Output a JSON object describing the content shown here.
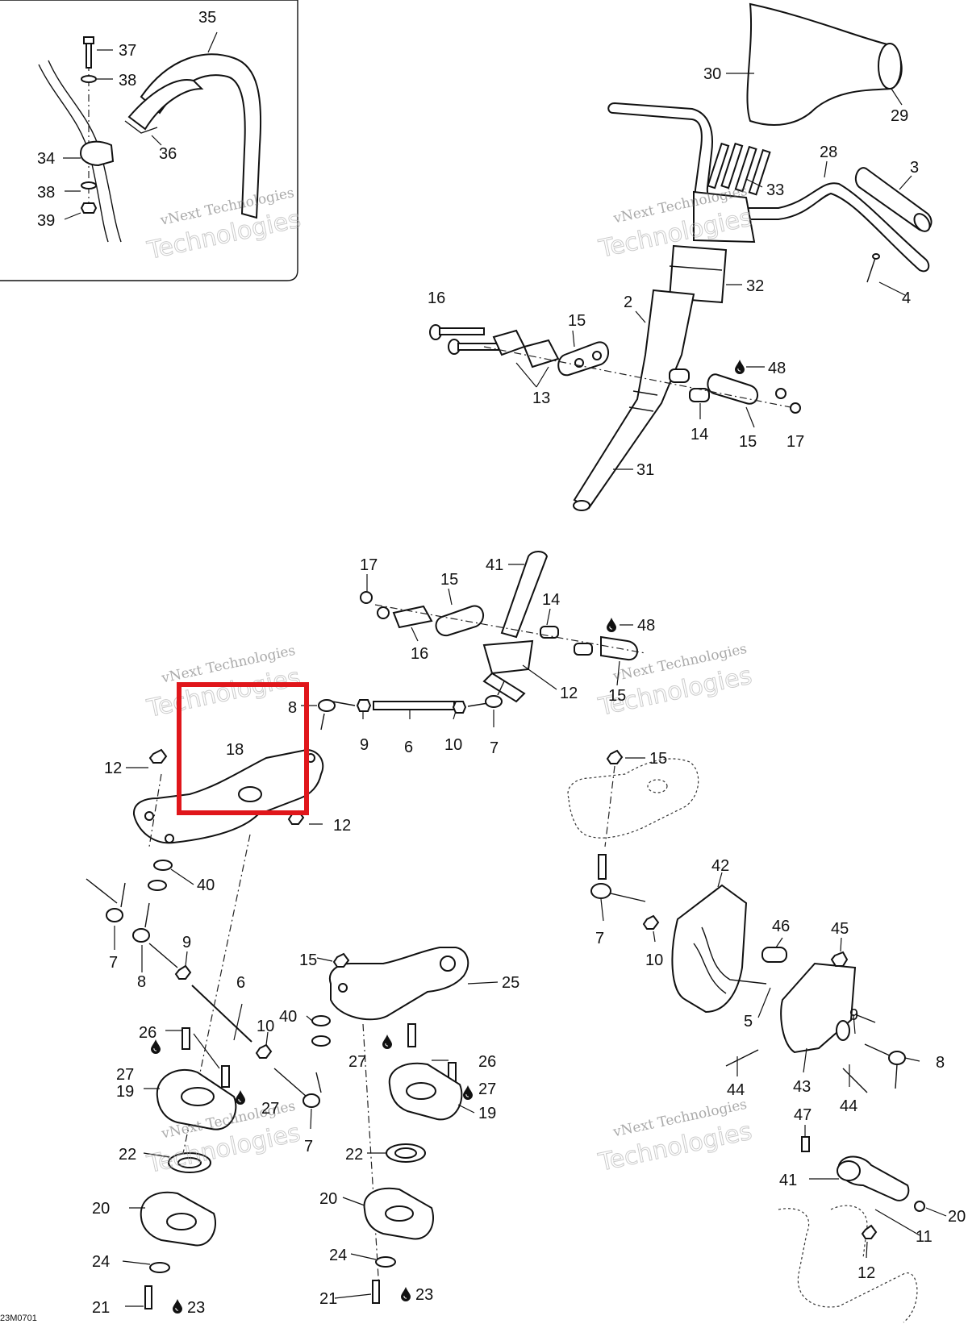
{
  "figure_code": "23M0701",
  "watermark": {
    "line1": "vNext Technologies",
    "line2": "Technologies"
  },
  "highlight": {
    "color": "#e0161b",
    "target_label": "18"
  },
  "oil_icon_name": "oil-drop-icon",
  "callouts": {
    "c35": "35",
    "c37": "37",
    "c38a": "38",
    "c34": "34",
    "c36": "36",
    "c38b": "38",
    "c39": "39",
    "c30": "30",
    "c29": "29",
    "c28": "28",
    "c3": "3",
    "c33": "33",
    "c32": "32",
    "c4": "4",
    "c16a": "16",
    "c15a": "15",
    "c2": "2",
    "c48a": "48",
    "c13": "13",
    "c14a": "14",
    "c15b": "15",
    "c17a": "17",
    "c31": "31",
    "c17b": "17",
    "c41a": "41",
    "c15c": "15",
    "c14b": "14",
    "c48b": "48",
    "c16b": "16",
    "c12a": "12",
    "c15d": "15",
    "c8a": "8",
    "c18": "18",
    "c9a": "9",
    "c6a": "6",
    "c10a": "10",
    "c7a": "7",
    "c12b": "12",
    "c12c": "12",
    "c40a": "40",
    "c7b": "7",
    "c8b": "8",
    "c9b": "9",
    "c6b": "6",
    "c15e": "15",
    "c25": "25",
    "c40b": "40",
    "c10b": "10",
    "c26a": "26",
    "c27a": "27",
    "c19a": "19",
    "c27b": "27",
    "c7c": "7",
    "c22a": "22",
    "c20a": "20",
    "c24a": "24",
    "c21a": "21",
    "c23a": "23",
    "c27c": "27",
    "c26b": "26",
    "c27d": "27",
    "c19b": "19",
    "c22b": "22",
    "c20b": "20",
    "c24b": "24",
    "c21b": "21",
    "c23b": "23",
    "c15f": "15",
    "c42": "42",
    "c7d": "7",
    "c10c": "10",
    "c46": "46",
    "c45": "45",
    "c9c": "9",
    "c5": "5",
    "c8c": "8",
    "c44a": "44",
    "c43": "43",
    "c44b": "44",
    "c47": "47",
    "c41b": "41",
    "c20c": "20",
    "c11": "11",
    "c12d": "12"
  }
}
